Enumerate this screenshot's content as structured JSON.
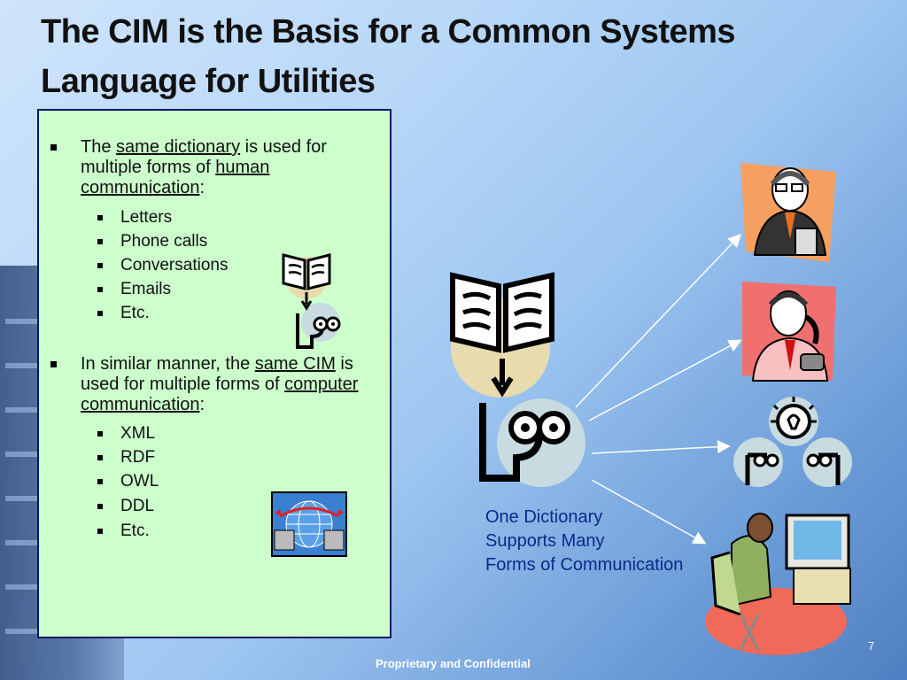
{
  "title": "The CIM is the Basis for a Common Systems Language for Utilities",
  "bullet1": {
    "pre": "The ",
    "link1": "same dictionary",
    "mid": " is used for multiple forms of ",
    "link2": "human communication",
    "post": ":",
    "items": [
      "Letters",
      "Phone calls",
      "Conversations",
      "Emails",
      "Etc."
    ]
  },
  "bullet2": {
    "pre": "In similar manner, the ",
    "link1": "same CIM",
    "mid": " is used for multiple forms of ",
    "link2": "computer communication",
    "post": ":",
    "items": [
      "XML",
      "RDF",
      "OWL",
      "DDL",
      "Etc."
    ]
  },
  "caption": [
    "One Dictionary",
    "Supports Many",
    "Forms of Communication"
  ],
  "page_number": "7",
  "footer": "Proprietary and Confidential",
  "icons": [
    "book-icon",
    "reader-face-icon",
    "globe-network-icon",
    "businessman-icon",
    "phone-caller-icon",
    "conversation-icon",
    "computer-user-icon"
  ],
  "colors": {
    "panel_bg": "#ccffcc",
    "panel_border": "#001a66",
    "caption": "#0a2a8a"
  }
}
